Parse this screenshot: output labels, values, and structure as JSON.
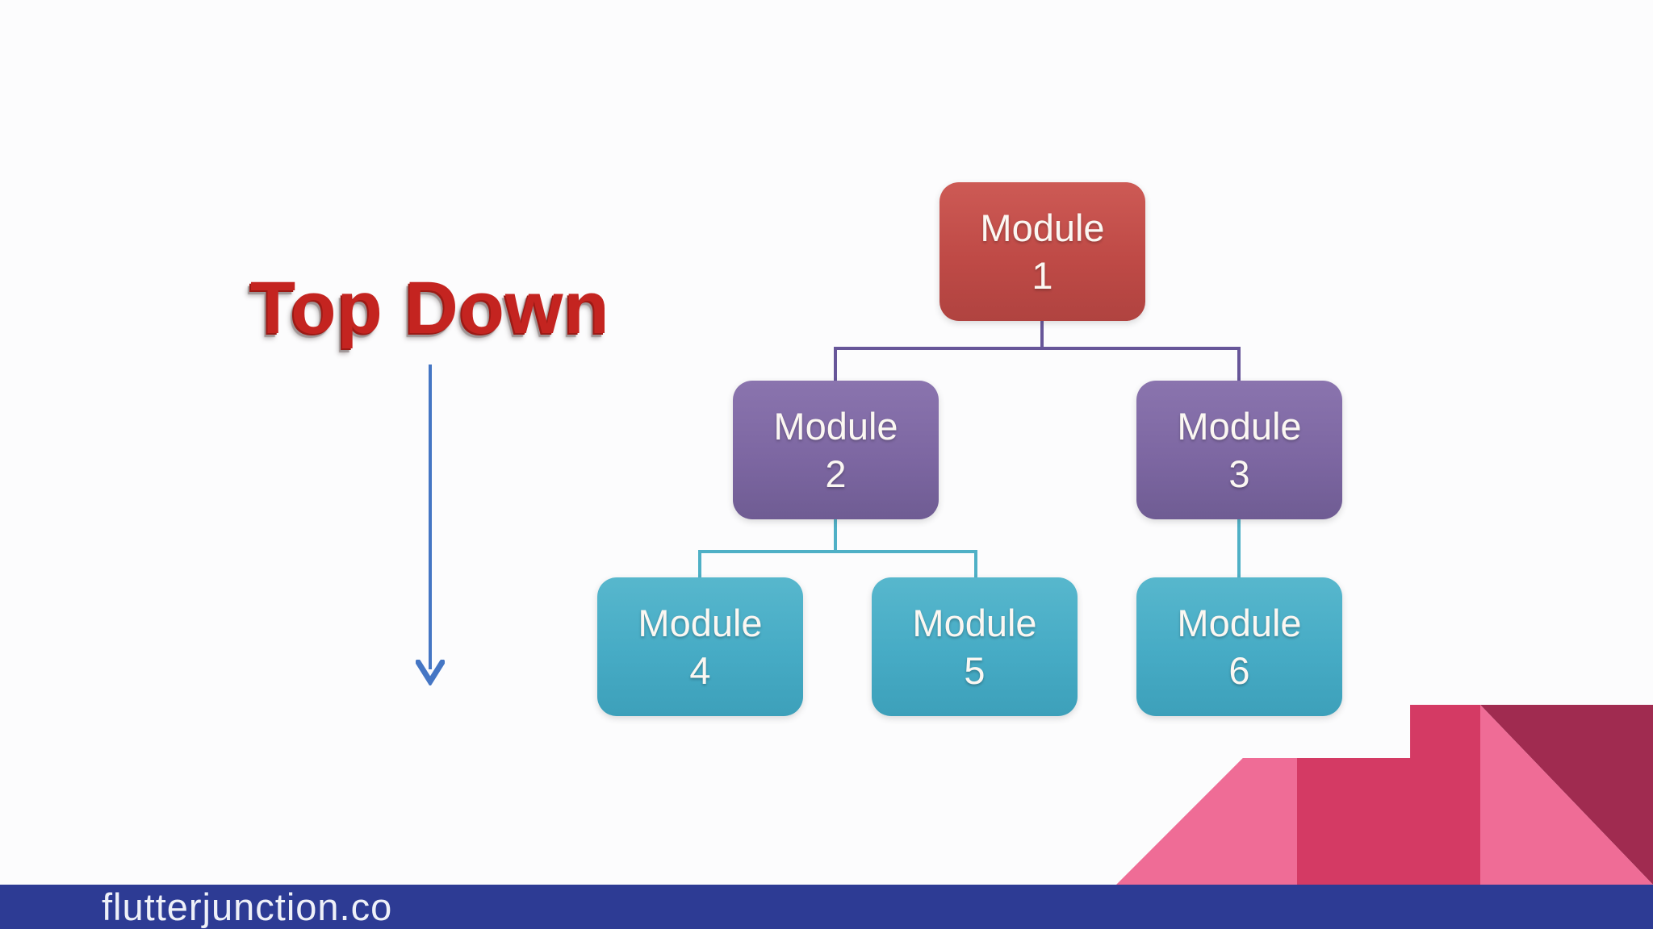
{
  "heading": {
    "text": "Top Down",
    "color": "#c42420"
  },
  "flow_arrow": {
    "direction": "down",
    "color": "#4576c4"
  },
  "tree": {
    "nodes": [
      {
        "id": "module-1",
        "line1": "Module",
        "line2": "1",
        "level": 1,
        "color": "#bf4a46",
        "text_color": "#ffffff"
      },
      {
        "id": "module-2",
        "line1": "Module",
        "line2": "2",
        "level": 2,
        "color": "#7d67a2",
        "text_color": "#ffffff"
      },
      {
        "id": "module-3",
        "line1": "Module",
        "line2": "3",
        "level": 2,
        "color": "#7d67a2",
        "text_color": "#ffffff"
      },
      {
        "id": "module-4",
        "line1": "Module",
        "line2": "4",
        "level": 3,
        "color": "#46abc5",
        "text_color": "#ffffff"
      },
      {
        "id": "module-5",
        "line1": "Module",
        "line2": "5",
        "level": 3,
        "color": "#46abc5",
        "text_color": "#ffffff"
      },
      {
        "id": "module-6",
        "line1": "Module",
        "line2": "6",
        "level": 3,
        "color": "#46abc5",
        "text_color": "#ffffff"
      }
    ],
    "edges": [
      {
        "from": "module-1",
        "to": "module-2"
      },
      {
        "from": "module-1",
        "to": "module-3"
      },
      {
        "from": "module-2",
        "to": "module-4"
      },
      {
        "from": "module-2",
        "to": "module-5"
      },
      {
        "from": "module-3",
        "to": "module-6"
      }
    ],
    "connector_colors": {
      "level1_to_level2": "#675699",
      "level2_to_level3": "#4fb0c6"
    }
  },
  "decoration": {
    "colors": {
      "light_pink": "#ef6c96",
      "medium_pink": "#d43a64",
      "dark_maroon": "#a02b50"
    }
  },
  "footer": {
    "site": "flutterjunction.co",
    "bar_color": "#2d3b94",
    "text_color": "#eef0f8"
  }
}
